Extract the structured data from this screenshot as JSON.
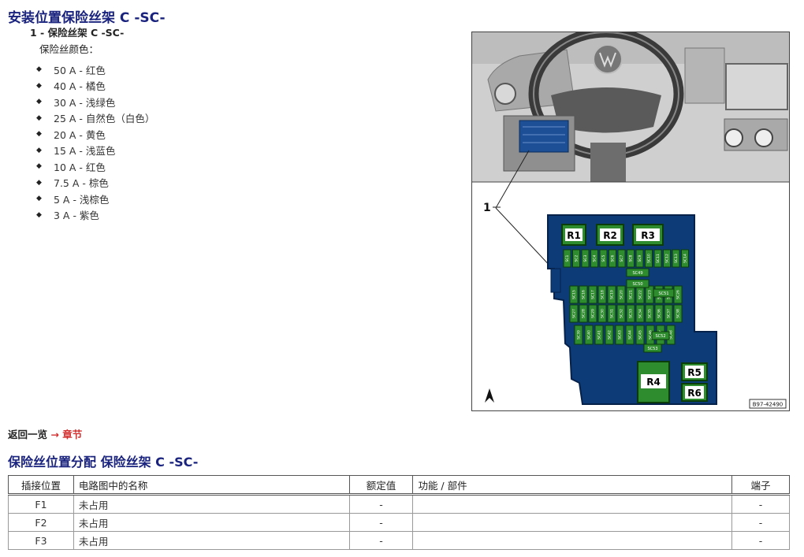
{
  "doc": {
    "title": "安装位置保险丝架 C -SC-",
    "item_label": "1 - 保险丝架 C -SC-",
    "colors_heading": "保险丝颜色：",
    "colors": [
      "50 A - 红色",
      "40 A - 橘色",
      "30 A - 浅绿色",
      "25 A - 自然色（白色）",
      "20 A - 黄色",
      "15 A - 浅蓝色",
      "10 A - 红色",
      "7.5 A - 棕色",
      "5 A - 浅棕色",
      "3 A - 紫色"
    ],
    "back_prefix": "返回一览",
    "back_arrow": "→",
    "back_link": "章节",
    "section_title": "保险丝位置分配 保险丝架 C -SC-"
  },
  "figure": {
    "callout": "1",
    "image_code": "B97-42490",
    "colors": {
      "housing": "#0d3b78",
      "fuse_green": "#2e8b2e",
      "relay": "#1f7a1f"
    },
    "relays": [
      "R1",
      "R2",
      "R3",
      "R4",
      "R5",
      "R6"
    ],
    "fuse_labels": [
      "SC1",
      "SC2",
      "SC3",
      "SC4",
      "SC5",
      "SC6",
      "SC7",
      "SC8",
      "SC9",
      "SC10",
      "SC11",
      "SC12",
      "SC13",
      "SC14",
      "SC15",
      "SC16",
      "SC17",
      "SC18",
      "SC19",
      "SC20",
      "SC21",
      "SC22",
      "SC23",
      "SC24",
      "SC25",
      "SC26",
      "SC27",
      "SC28",
      "SC29",
      "SC30",
      "SC31",
      "SC32",
      "SC33",
      "SC34",
      "SC35",
      "SC36",
      "SC37",
      "SC38",
      "SC39",
      "SC40",
      "SC41",
      "SC42",
      "SC43",
      "SC44",
      "SC45",
      "SC46",
      "SC47",
      "SC48",
      "SC49",
      "SC50",
      "SC51",
      "SC52",
      "SC53"
    ]
  },
  "table": {
    "headers": [
      "插接位置",
      "电路图中的名称",
      "额定值",
      "功能 / 部件",
      "端子"
    ],
    "rows": [
      [
        "F1",
        "未占用",
        "-",
        "",
        "-"
      ],
      [
        "F2",
        "未占用",
        "-",
        "",
        "-"
      ],
      [
        "F3",
        "未占用",
        "-",
        "",
        "-"
      ]
    ]
  }
}
